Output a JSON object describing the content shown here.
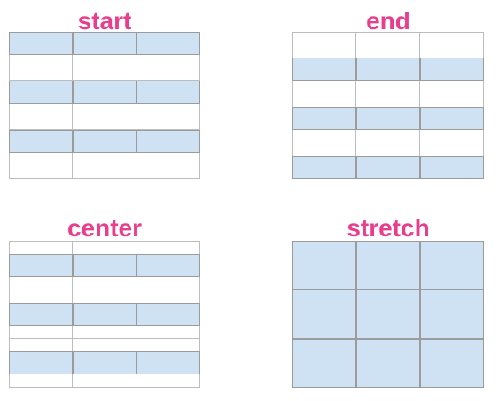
{
  "panels": [
    {
      "title": "start",
      "align": "start"
    },
    {
      "title": "end",
      "align": "end"
    },
    {
      "title": "center",
      "align": "center"
    },
    {
      "title": "stretch",
      "align": "stretch"
    }
  ],
  "grid": {
    "columns": 3,
    "rows": 3
  },
  "colors": {
    "title": "#e83e8c",
    "item_fill": "#cfe2f3",
    "item_border": "#9b9b9b",
    "track_line": "#bdbdbd"
  }
}
